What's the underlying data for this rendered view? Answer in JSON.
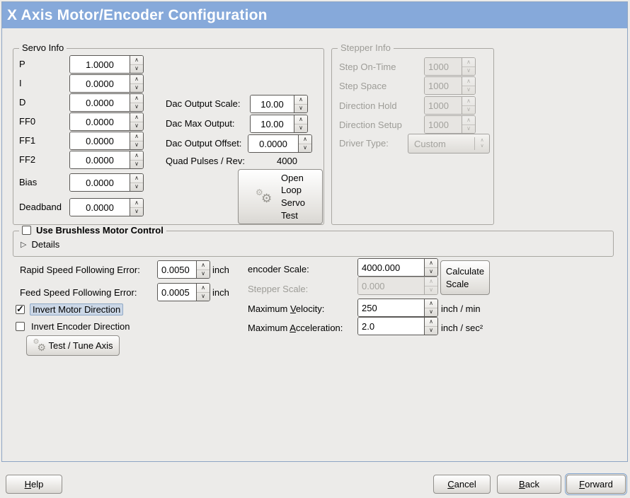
{
  "window": {
    "title": "X Axis Motor/Encoder Configuration"
  },
  "servo_info": {
    "title": "Servo Info",
    "params": [
      {
        "label": "P",
        "value": "1.0000"
      },
      {
        "label": "I",
        "value": "0.0000"
      },
      {
        "label": "D",
        "value": "0.0000"
      },
      {
        "label": "FF0",
        "value": "0.0000"
      },
      {
        "label": "FF1",
        "value": "0.0000"
      },
      {
        "label": "FF2",
        "value": "0.0000"
      },
      {
        "label": "Bias",
        "value": "0.0000"
      },
      {
        "label": "Deadband",
        "value": "0.0000"
      }
    ],
    "dac": [
      {
        "label": "Dac Output Scale:",
        "value": "10.00"
      },
      {
        "label": "Dac Max Output:",
        "value": "10.00"
      },
      {
        "label": "Dac Output Offset:",
        "value": "0.0000"
      }
    ],
    "quad_label": "Quad Pulses / Rev:",
    "quad_value": "4000",
    "open_loop_lines": [
      "Open",
      "Loop",
      "Servo",
      "Test"
    ]
  },
  "stepper_info": {
    "title": "Stepper Info",
    "params": [
      {
        "label": "Step On-Time",
        "value": "1000"
      },
      {
        "label": "Step Space",
        "value": "1000"
      },
      {
        "label": "Direction Hold",
        "value": "1000"
      },
      {
        "label": "Direction Setup",
        "value": "1000"
      }
    ],
    "driver_type_label": "Driver Type:",
    "driver_type_value": "Custom"
  },
  "brushless": {
    "title": "Use Brushless Motor Control",
    "details_label": "Details"
  },
  "following_error": {
    "rapid_label": "Rapid Speed Following Error:",
    "rapid_value": "0.0050",
    "rapid_unit": "inch",
    "feed_label": "Feed Speed Following Error:",
    "feed_value": "0.0005",
    "feed_unit": "inch"
  },
  "options": {
    "invert_motor_label": "Invert Motor Direction",
    "invert_encoder_label": "Invert Encoder Direction",
    "test_tune_label": "Test / Tune Axis"
  },
  "scales": {
    "encoder_label": "encoder Scale:",
    "encoder_value": "4000.000",
    "stepper_label": "Stepper Scale:",
    "stepper_value": "0.000",
    "calculate_lines": [
      "Calculate",
      "Scale"
    ],
    "velocity_pre": "Maximum ",
    "velocity_key": "V",
    "velocity_post": "elocity:",
    "velocity_value": "250",
    "velocity_unit": "inch / min",
    "accel_pre": "Maximum ",
    "accel_key": "A",
    "accel_post": "cceleration:",
    "accel_value": "2.0",
    "accel_unit": "inch / sec²"
  },
  "actions": {
    "help": {
      "pre": "",
      "key": "H",
      "post": "elp"
    },
    "cancel": {
      "pre": "",
      "key": "C",
      "post": "ancel"
    },
    "back": {
      "pre": "",
      "key": "B",
      "post": "ack"
    },
    "forward": {
      "pre": "",
      "key": "F",
      "post": "orward"
    }
  },
  "colors": {
    "titlebar": "#86a9da",
    "background": "#ecebe9",
    "panel_border": "#8ea5c4",
    "highlight_fill": "#cbd7e6",
    "highlight_border": "#90a9c6"
  }
}
